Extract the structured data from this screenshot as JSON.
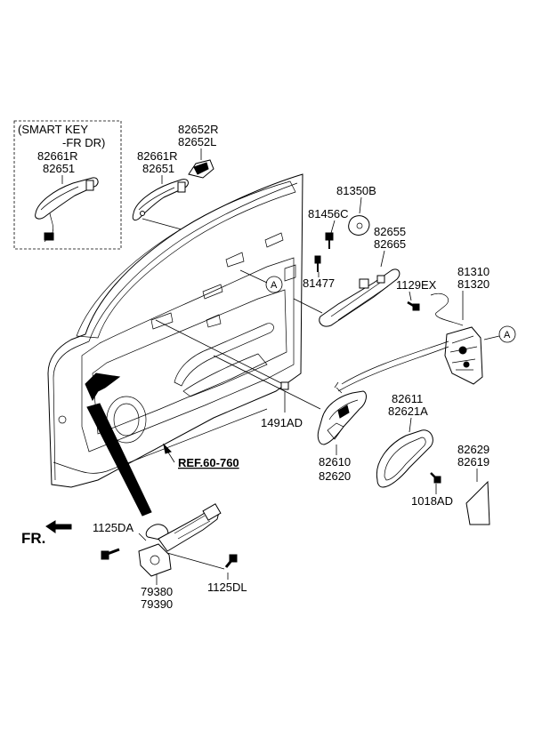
{
  "diagram": {
    "smart_key_box": {
      "line1": "(SMART KEY",
      "line2": "-FR DR)"
    },
    "labels": {
      "sk_82661R": "82661R",
      "sk_82651": "82651",
      "h_82661R": "82661R",
      "h_82651": "82651",
      "p_82652R": "82652R",
      "p_82652L": "82652L",
      "p_81350B": "81350B",
      "p_81456C": "81456C",
      "p_81477": "81477",
      "p_82655": "82655",
      "p_82665": "82665",
      "p_1129EX": "1129EX",
      "p_81310": "81310",
      "p_81320": "81320",
      "p_1491AD": "1491AD",
      "p_82611": "82611",
      "p_82621A": "82621A",
      "p_82610": "82610",
      "p_82620": "82620",
      "p_82629": "82629",
      "p_82619": "82619",
      "p_1018AD": "1018AD",
      "ref": "REF.60-760",
      "p_1125DA": "1125DA",
      "p_79380": "79380",
      "p_79390": "79390",
      "p_1125DL": "1125DL",
      "fr": "FR."
    },
    "callouts": {
      "a1": "A",
      "a2": "A"
    }
  }
}
